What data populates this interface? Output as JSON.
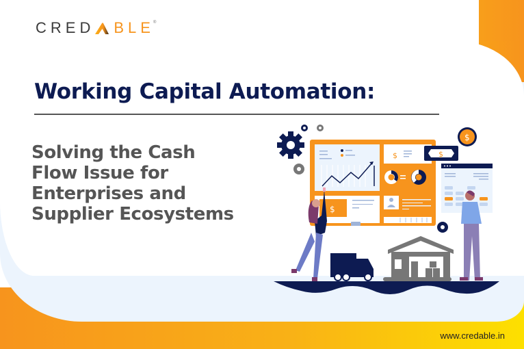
{
  "brand": {
    "logo_left": "CRED",
    "logo_right": "BLE",
    "logo_mark": "A",
    "registered": "®"
  },
  "header": {
    "title": "Working Capital Automation:"
  },
  "subtitle": {
    "lines": [
      "Solving the Cash",
      "Flow Issue for",
      "Enterprises and",
      "Supplier Ecosystems"
    ]
  },
  "footer": {
    "website": "www.credable.in"
  },
  "illustration": {
    "currency_symbol": "$",
    "icons": [
      "gear-icon",
      "dollar-coin-icon",
      "banknote-icon",
      "truck-icon",
      "warehouse-icon",
      "line-chart-icon",
      "donut-chart-icon",
      "user-card-icon"
    ]
  },
  "colors": {
    "navy": "#0d1b52",
    "orange": "#f7941d",
    "yellow": "#fde000",
    "light_blue": "#ecf4fd",
    "gray_text": "#555555"
  }
}
